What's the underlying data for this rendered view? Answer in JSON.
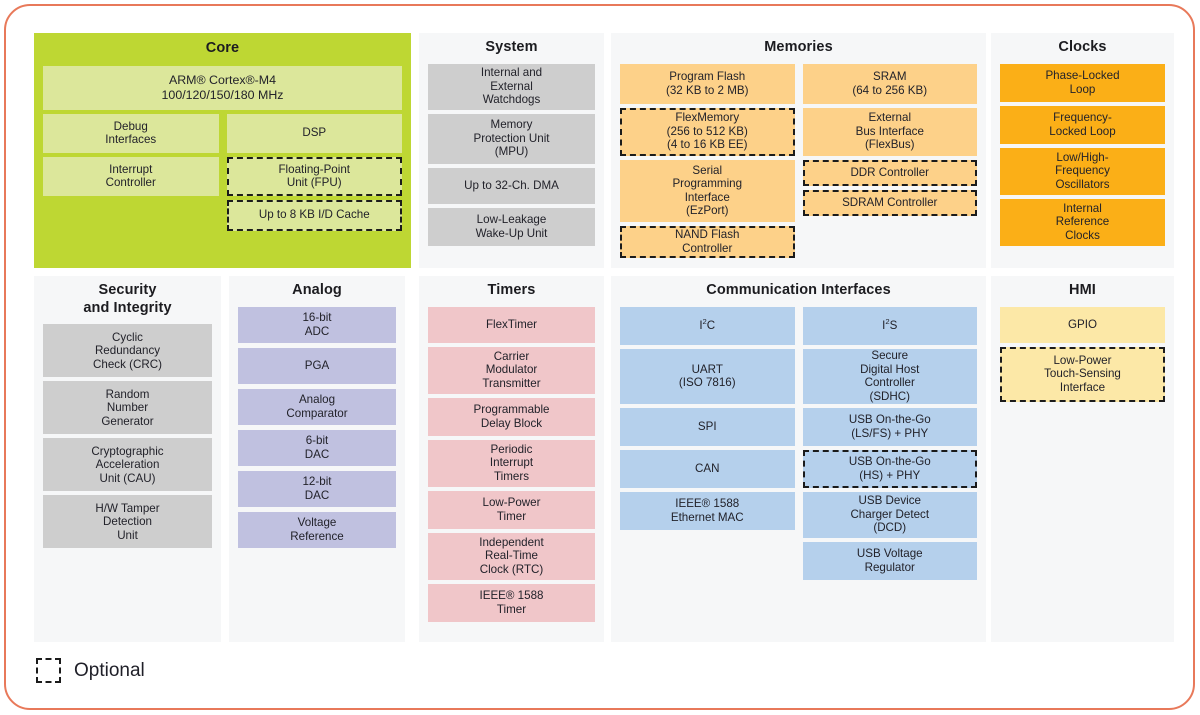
{
  "legend": {
    "swatch_name": "dashed-square-icon",
    "label": "Optional"
  },
  "colors": {
    "frame_border": "#e8795a",
    "panel_bg": "#f6f7f8",
    "core": "#bed733",
    "core_block": "#dce79b",
    "system": "#cecece",
    "memories": "#fdd189",
    "clocks": "#fbaf17",
    "security": "#cecece",
    "analog": "#c0c1e0",
    "timers": "#f0c6c9",
    "communication": "#b5d0ec",
    "hmi": "#fce8a7"
  },
  "panels": {
    "core": {
      "title": "Core",
      "blocks": {
        "cpu": {
          "label": "ARM® Cortex®-M4\n100/120/150/180 MHz",
          "optional": false
        },
        "left": [
          {
            "label": "Debug\nInterfaces",
            "optional": false
          },
          {
            "label": "Interrupt\nController",
            "optional": false
          }
        ],
        "right": [
          {
            "label": "DSP",
            "optional": false
          },
          {
            "label": "Floating-Point\nUnit (FPU)",
            "optional": true
          },
          {
            "label": "Up to 8 KB I/D Cache",
            "optional": true
          }
        ]
      }
    },
    "system": {
      "title": "System",
      "blocks": [
        {
          "label": "Internal and\nExternal\nWatchdogs",
          "optional": false
        },
        {
          "label": "Memory\nProtection Unit\n(MPU)",
          "optional": false
        },
        {
          "label": "Up to 32-Ch. DMA",
          "optional": false
        },
        {
          "label": "Low-Leakage\nWake-Up Unit",
          "optional": false
        }
      ]
    },
    "memories": {
      "title": "Memories",
      "left": [
        {
          "label": "Program Flash\n(32 KB to 2 MB)",
          "optional": false
        },
        {
          "label": "FlexMemory\n(256 to 512 KB)\n(4 to 16 KB EE)",
          "optional": true
        },
        {
          "label": "Serial\nProgramming\nInterface\n(EzPort)",
          "optional": false
        },
        {
          "label": "NAND Flash\nController",
          "optional": true
        }
      ],
      "right": [
        {
          "label": "SRAM\n(64 to 256 KB)",
          "optional": false
        },
        {
          "label": "External\nBus Interface\n(FlexBus)",
          "optional": false
        },
        {
          "label": "DDR Controller",
          "optional": true
        },
        {
          "label": "SDRAM Controller",
          "optional": true
        }
      ]
    },
    "clocks": {
      "title": "Clocks",
      "blocks": [
        {
          "label": "Phase-Locked\nLoop",
          "optional": false
        },
        {
          "label": "Frequency-\nLocked Loop",
          "optional": false
        },
        {
          "label": "Low/High-\nFrequency\nOscillators",
          "optional": false
        },
        {
          "label": "Internal\nReference\nClocks",
          "optional": false
        }
      ]
    },
    "security": {
      "title": "Security\nand Integrity",
      "blocks": [
        {
          "label": "Cyclic\nRedundancy\nCheck (CRC)",
          "optional": false
        },
        {
          "label": "Random\nNumber\nGenerator",
          "optional": false
        },
        {
          "label": "Cryptographic\nAcceleration\nUnit (CAU)",
          "optional": false
        },
        {
          "label": "H/W Tamper\nDetection\nUnit",
          "optional": false
        }
      ]
    },
    "analog": {
      "title": "Analog",
      "blocks": [
        {
          "label": "16-bit\nADC",
          "optional": false
        },
        {
          "label": "PGA",
          "optional": false
        },
        {
          "label": "Analog\nComparator",
          "optional": false
        },
        {
          "label": "6-bit\nDAC",
          "optional": false
        },
        {
          "label": "12-bit\nDAC",
          "optional": false
        },
        {
          "label": "Voltage\nReference",
          "optional": false
        }
      ]
    },
    "timers": {
      "title": "Timers",
      "blocks": [
        {
          "label": "FlexTimer",
          "optional": false
        },
        {
          "label": "Carrier\nModulator\nTransmitter",
          "optional": false
        },
        {
          "label": "Programmable\nDelay Block",
          "optional": false
        },
        {
          "label": "Periodic\nInterrupt\nTimers",
          "optional": false
        },
        {
          "label": "Low-Power\nTimer",
          "optional": false
        },
        {
          "label": "Independent\nReal-Time\nClock (RTC)",
          "optional": false
        },
        {
          "label": "IEEE® 1588\nTimer",
          "optional": false
        }
      ]
    },
    "communication": {
      "title": "Communication Interfaces",
      "left": [
        {
          "label": "I²C",
          "optional": false
        },
        {
          "label": "UART\n(ISO 7816)",
          "optional": false
        },
        {
          "label": "SPI",
          "optional": false
        },
        {
          "label": "CAN",
          "optional": false
        },
        {
          "label": "IEEE® 1588\nEthernet MAC",
          "optional": false
        }
      ],
      "right": [
        {
          "label": "I²S",
          "optional": false
        },
        {
          "label": "Secure\nDigital Host\nController\n(SDHC)",
          "optional": false
        },
        {
          "label": "USB On-the-Go\n(LS/FS) + PHY",
          "optional": false
        },
        {
          "label": "USB On-the-Go\n(HS) + PHY",
          "optional": true
        },
        {
          "label": "USB Device\nCharger Detect\n(DCD)",
          "optional": false
        },
        {
          "label": "USB Voltage\nRegulator",
          "optional": false
        }
      ]
    },
    "hmi": {
      "title": "HMI",
      "blocks": [
        {
          "label": "GPIO",
          "optional": false
        },
        {
          "label": "Low-Power\nTouch-Sensing\nInterface",
          "optional": true
        }
      ]
    }
  }
}
